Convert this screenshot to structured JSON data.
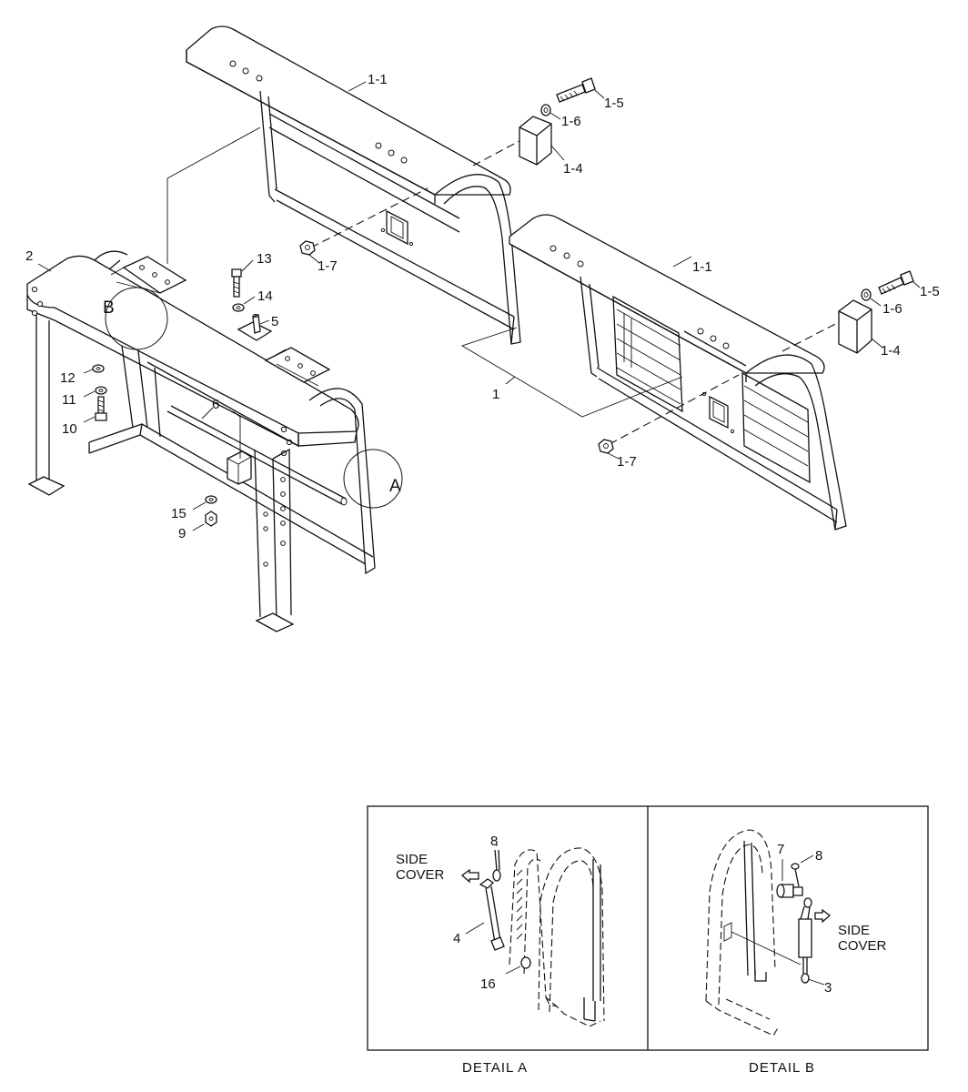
{
  "labels": {
    "l1_1_top": "1-1",
    "l1_5_top": "1-5",
    "l1_6_top": "1-6",
    "l1_4_top": "1-4",
    "l1_7_top": "1-7",
    "l1_1_right": "1-1",
    "l1_5_right": "1-5",
    "l1_6_right": "1-6",
    "l1_4_right": "1-4",
    "l1_7_right": "1-7",
    "l1": "1",
    "l2": "2",
    "l13": "13",
    "l14": "14",
    "l5": "5",
    "l6": "6",
    "l12": "12",
    "l11": "11",
    "l10": "10",
    "l15": "15",
    "l9": "9",
    "circleA": "A",
    "circleB": "B"
  },
  "detailA": {
    "title": "DETAIL  A",
    "side_cover_1": "SIDE",
    "side_cover_2": "COVER",
    "l8": "8",
    "l4": "4",
    "l16": "16"
  },
  "detailB": {
    "title": "DETAIL  B",
    "side_cover_1": "SIDE",
    "side_cover_2": "COVER",
    "l7": "7",
    "l8": "8",
    "l3": "3"
  }
}
